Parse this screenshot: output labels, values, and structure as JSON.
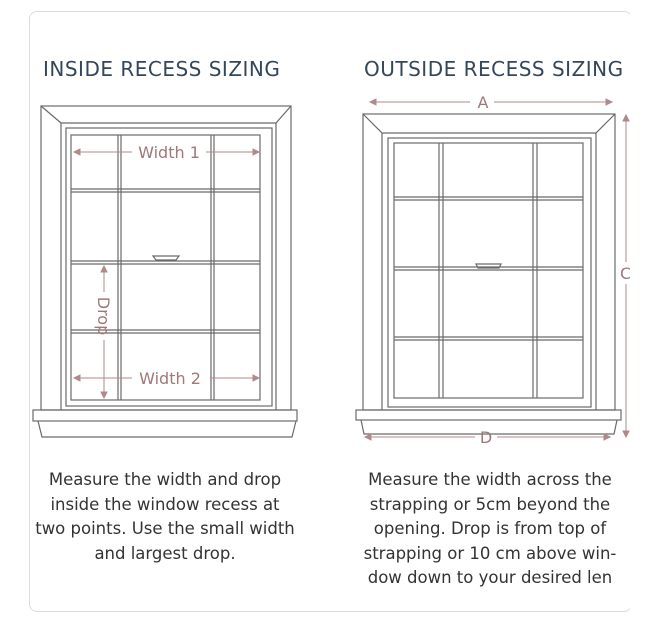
{
  "inside": {
    "title": "INSIDE RECESS SIZING",
    "labels": {
      "width1": "Width 1",
      "width2": "Width 2",
      "drop": "Drop"
    },
    "description": "Measure the width and drop inside the window recess at two points. Use the small width and largest drop."
  },
  "outside": {
    "title": "OUTSIDE RECESS SIZING",
    "labels": {
      "a": "A",
      "c": "C",
      "d": "D"
    },
    "description": "Measure the width across the strapping or 5cm beyond the opening. Drop is from top of strapping or 10 cm above win-dow down to your desired len"
  },
  "colors": {
    "line": "#6a6a6a",
    "measure": "#b08a8a",
    "title": "#34465a"
  }
}
